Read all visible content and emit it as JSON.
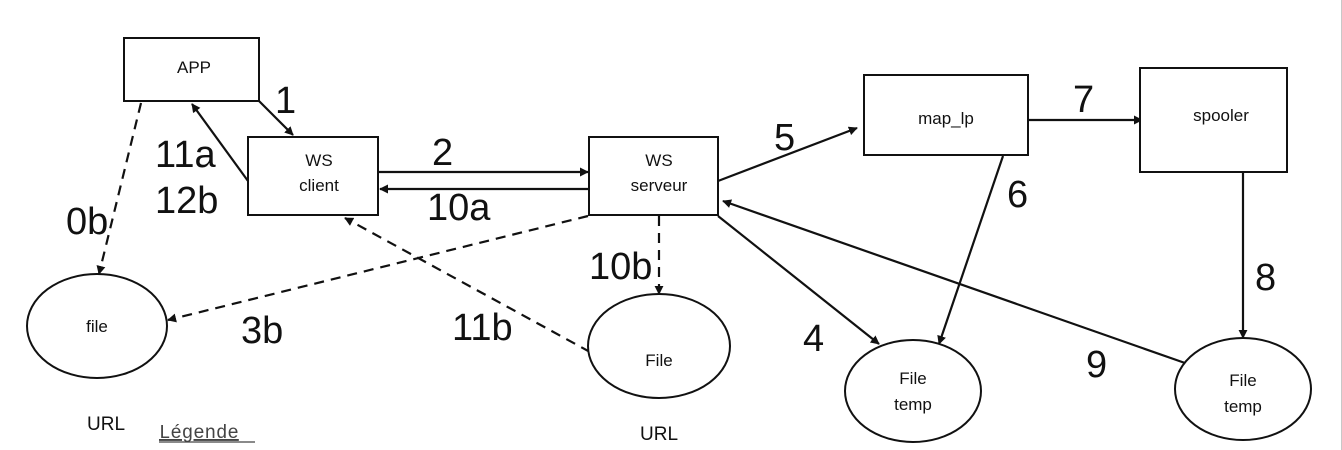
{
  "diagram": {
    "nodes": [
      {
        "id": "app",
        "shape": "rect",
        "lines": [
          "APP"
        ]
      },
      {
        "id": "ws_client",
        "shape": "rect",
        "lines": [
          "WS",
          "client"
        ]
      },
      {
        "id": "ws_serveur",
        "shape": "rect",
        "lines": [
          "WS",
          "serveur"
        ]
      },
      {
        "id": "map_lp",
        "shape": "rect",
        "lines": [
          "map_lp"
        ]
      },
      {
        "id": "spooler",
        "shape": "rect",
        "lines": [
          "spooler"
        ]
      },
      {
        "id": "file_url_left",
        "shape": "ellipse",
        "lines": [
          "file"
        ]
      },
      {
        "id": "file_url_mid",
        "shape": "ellipse",
        "lines": [
          "File"
        ]
      },
      {
        "id": "file_temp_1",
        "shape": "ellipse",
        "lines": [
          "File",
          "temp"
        ]
      },
      {
        "id": "file_temp_2",
        "shape": "ellipse",
        "lines": [
          "File",
          "temp"
        ]
      }
    ],
    "edges": [
      {
        "id": "e1",
        "from": "app",
        "to": "ws_client",
        "label": "1",
        "style": "solid"
      },
      {
        "id": "e11a",
        "from": "ws_client",
        "to": "app",
        "label": "11a\n12b",
        "style": "solid"
      },
      {
        "id": "e2",
        "from": "ws_client",
        "to": "ws_serveur",
        "label": "2",
        "style": "solid"
      },
      {
        "id": "e10a",
        "from": "ws_serveur",
        "to": "ws_client",
        "label": "10a",
        "style": "solid"
      },
      {
        "id": "e0b",
        "from": "app",
        "to": "file_url_left",
        "label": "0b",
        "style": "dashed"
      },
      {
        "id": "e3b",
        "from": "ws_serveur",
        "to": "file_url_left",
        "label": "3b",
        "style": "dashed"
      },
      {
        "id": "e11b",
        "from": "file_url_mid",
        "to": "ws_client",
        "label": "11b",
        "style": "dashed"
      },
      {
        "id": "e10b",
        "from": "ws_serveur",
        "to": "file_url_mid",
        "label": "10b",
        "style": "dashed"
      },
      {
        "id": "e5",
        "from": "ws_serveur",
        "to": "map_lp",
        "label": "5",
        "style": "solid"
      },
      {
        "id": "e4",
        "from": "ws_serveur",
        "to": "file_temp_1",
        "label": "4",
        "style": "solid"
      },
      {
        "id": "e6",
        "from": "map_lp",
        "to": "file_temp_1",
        "label": "6",
        "style": "solid"
      },
      {
        "id": "e7",
        "from": "map_lp",
        "to": "spooler",
        "label": "7",
        "style": "solid"
      },
      {
        "id": "e8",
        "from": "spooler",
        "to": "file_temp_2",
        "label": "8",
        "style": "solid"
      },
      {
        "id": "e9",
        "from": "file_temp_2",
        "to": "ws_serveur",
        "label": "9",
        "style": "solid"
      }
    ],
    "captions": {
      "url_left": "URL",
      "url_mid": "URL",
      "legend": "Légende"
    }
  }
}
